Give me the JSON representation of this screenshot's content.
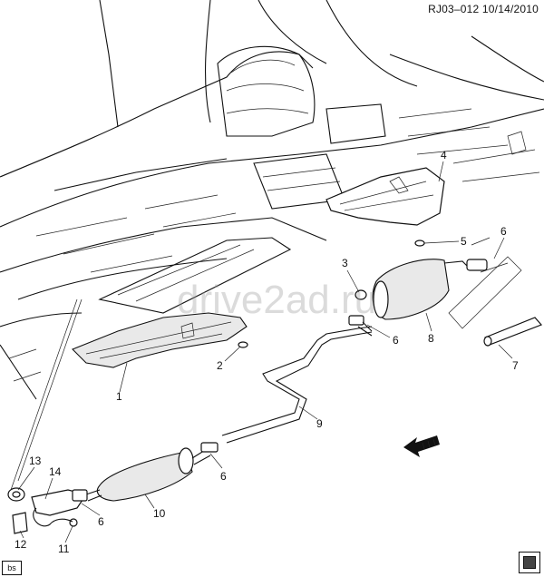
{
  "header": {
    "doc_id": "RJ03–012  10/14/2010"
  },
  "watermark": {
    "text": "drive2ad.ru"
  },
  "badge": {
    "text": "bs"
  },
  "icons": {
    "corner": "document-icon",
    "front_arrow": "front-arrow-icon"
  },
  "callouts": [
    {
      "id": "c1",
      "label": "1"
    },
    {
      "id": "c2",
      "label": "2"
    },
    {
      "id": "c3",
      "label": "3"
    },
    {
      "id": "c4",
      "label": "4"
    },
    {
      "id": "c5",
      "label": "5"
    },
    {
      "id": "c6a",
      "label": "6"
    },
    {
      "id": "c6b",
      "label": "6"
    },
    {
      "id": "c6c",
      "label": "6"
    },
    {
      "id": "c6d",
      "label": "6"
    },
    {
      "id": "c7",
      "label": "7"
    },
    {
      "id": "c8",
      "label": "8"
    },
    {
      "id": "c9",
      "label": "9"
    },
    {
      "id": "c10",
      "label": "10"
    },
    {
      "id": "c11",
      "label": "11"
    },
    {
      "id": "c12",
      "label": "12"
    },
    {
      "id": "c13",
      "label": "13"
    },
    {
      "id": "c14",
      "label": "14"
    }
  ]
}
